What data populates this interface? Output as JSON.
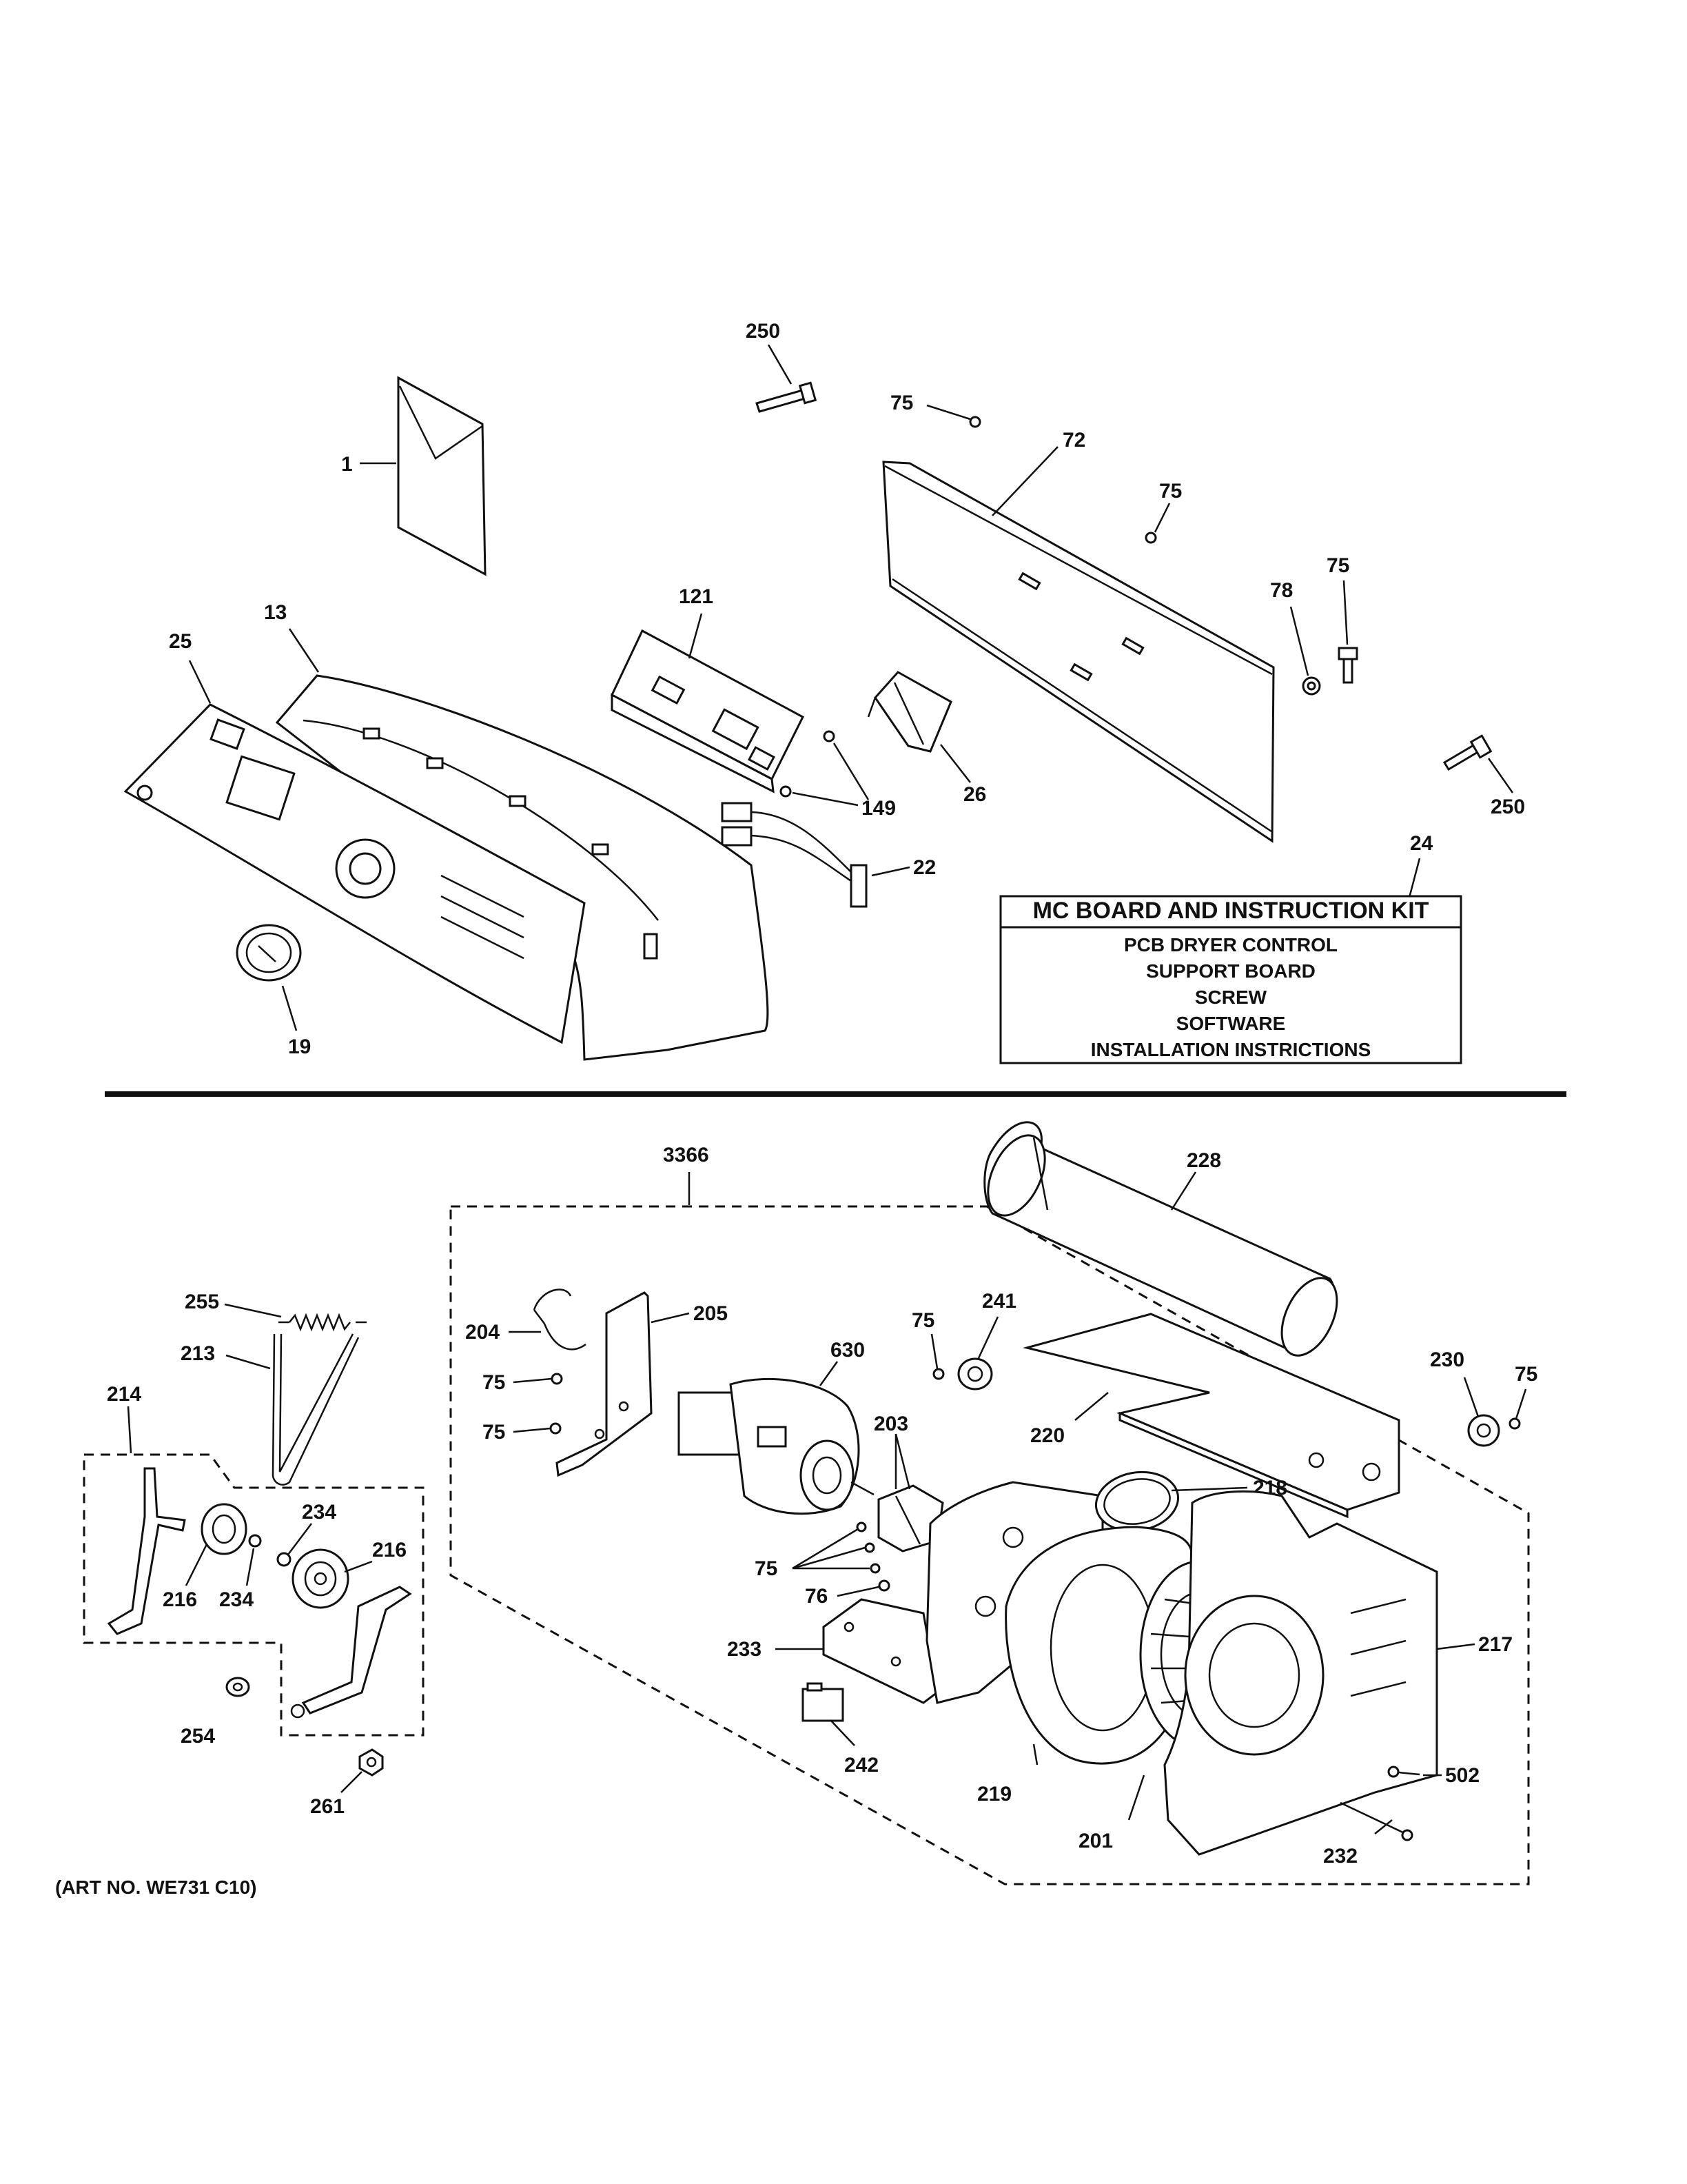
{
  "callouts": {
    "p1": "1",
    "p250a": "250",
    "p250b": "250",
    "p75a": "75",
    "p72": "72",
    "p75b": "75",
    "p75c": "75",
    "p78": "78",
    "p121": "121",
    "p13": "13",
    "p25": "25",
    "p26": "26",
    "p149": "149",
    "p22": "22",
    "p24": "24",
    "p19": "19",
    "p3366": "3366",
    "p228": "228",
    "p255": "255",
    "p213": "213",
    "p214": "214",
    "p204": "204",
    "p205": "205",
    "p75d": "75",
    "p75e": "75",
    "p630": "630",
    "p75f": "75",
    "p241": "241",
    "p230": "230",
    "p75g": "75",
    "p220": "220",
    "p203": "203",
    "p218": "218",
    "p234a": "234",
    "p216a": "216",
    "p216b": "216",
    "p234b": "234",
    "p75h": "75",
    "p76": "76",
    "p233": "233",
    "p217": "217",
    "p254": "254",
    "p242": "242",
    "p502": "502",
    "p219": "219",
    "p201": "201",
    "p232": "232",
    "p261": "261"
  },
  "kit_box": {
    "title": "MC BOARD AND INSTRUCTION KIT",
    "items": [
      "PCB DRYER CONTROL",
      "SUPPORT BOARD",
      "SCREW",
      "SOFTWARE",
      "INSTALLATION INSTRICTIONS"
    ]
  },
  "art_number": "(ART NO. WE731 C10)"
}
